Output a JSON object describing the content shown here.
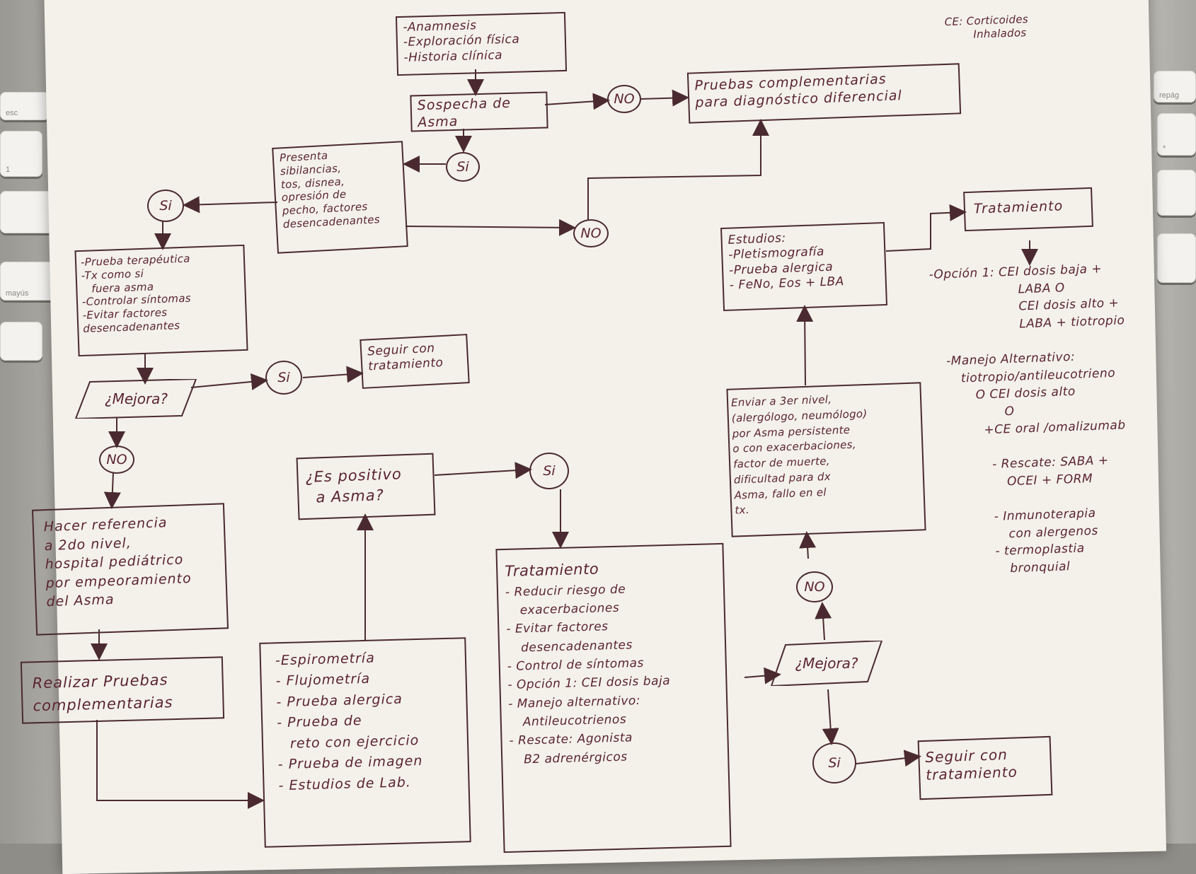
{
  "keyboard": {
    "esc": "esc",
    "mayus": "mayús",
    "repag": "repág",
    "num1": "1",
    "star": "*"
  },
  "notes": {
    "ce_line1": "CE: Corticoides",
    "ce_line2": "Inhalados"
  },
  "nodes": {
    "anamnesis": [
      "-Anamnesis",
      "-Exploración física",
      "-Historia clínica"
    ],
    "sospecha": [
      "Sospecha de",
      "Asma"
    ],
    "pruebas_complementarias": [
      "Pruebas complementarias",
      "para diagnóstico diferencial"
    ],
    "presenta": [
      "Presenta",
      "sibilancias,",
      "tos, disnea,",
      "opresión de",
      "pecho, factores",
      "desencadenantes"
    ],
    "prueba_terapeutica": [
      "-Prueba terapéutica",
      "-Tx como si",
      "fuera asma",
      "-Controlar síntomas",
      "-Evitar factores",
      "desencadenantes"
    ],
    "mejora1": "¿Mejora?",
    "seguir1": [
      "Seguir con",
      "tratamiento"
    ],
    "referencia": [
      "Hacer referencia",
      "a 2do nivel,",
      "hospital pediátrico",
      "por empeoramiento",
      "del Asma"
    ],
    "realizar_pruebas": [
      "Realizar Pruebas",
      "complementarias"
    ],
    "estudios_lista": [
      "-Espirometría",
      "- Flujometría",
      "- Prueba alergica",
      "- Prueba de",
      "reto con ejercicio",
      "- Prueba de imagen",
      "- Estudios de Lab."
    ],
    "es_positivo": [
      "¿Es positivo",
      "a Asma?"
    ],
    "tratamiento_central": [
      "Tratamiento",
      "- Reducir riesgo de",
      "exacerbaciones",
      "- Evitar factores",
      "desencadenantes",
      "- Control de síntomas",
      "- Opción 1: CEI dosis baja",
      "- Manejo alternativo:",
      "Antileucotrienos",
      "- Rescate: Agonista",
      "B2 adrenérgicos"
    ],
    "enviar_3er": [
      "Enviar a 3er nivel,",
      "(alergólogo, neumólogo)",
      "por Asma persistente",
      "o con exacerbaciones,",
      "factor de muerte,",
      "dificultad para dx",
      "Asma, fallo en el",
      "tx."
    ],
    "estudios_3": [
      "Estudios:",
      "-Pletismografía",
      "-Prueba alergica",
      "- FeNo, Eos + LBA"
    ],
    "tratamiento_3": "Tratamiento",
    "mejora2": "¿Mejora?",
    "seguir2": [
      "Seguir con",
      "tratamiento"
    ],
    "treatment_notes": [
      "-Opción 1: CEI dosis baja +",
      "LABA  O",
      "CEI dosis alto +",
      "LABA + tiotropio",
      "",
      "-Manejo Alternativo:",
      "tiotropio/antileucotrieno",
      "O CEI dosis alto",
      "O",
      "+CE oral /omalizumab",
      "",
      "- Rescate: SABA +",
      "OCEI + FORM",
      "",
      "- Inmunoterapia",
      "con alergenos",
      "- termoplastia",
      "bronquial"
    ]
  },
  "labels": {
    "no": "NO",
    "si": "Si"
  }
}
